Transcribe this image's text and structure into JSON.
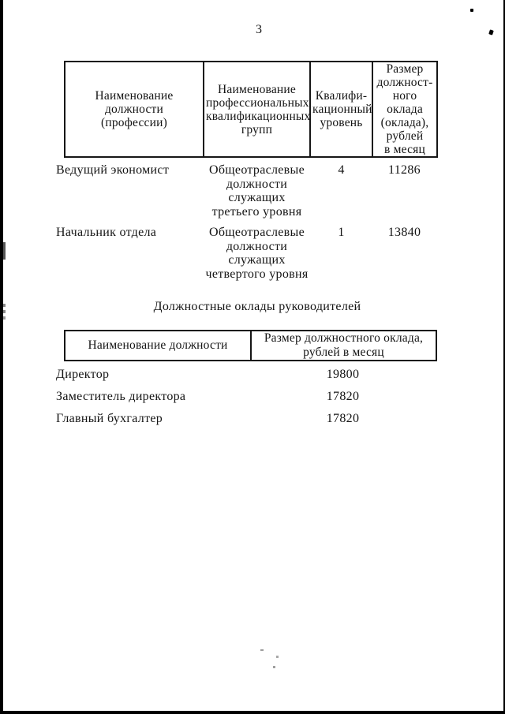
{
  "page": {
    "number": "3"
  },
  "tables": {
    "qualification": {
      "headers": [
        "Наименование должности\n(профессии)",
        "Наименование\nпрофессиональных\nквалификационных\nгрупп",
        "Квалифи-\nкационный\nуровень",
        "Размер\nдолжност-\nного оклада\n(оклада),\nрублей\nв месяц"
      ],
      "rows": [
        {
          "position": "Ведущий экономист",
          "group": "Общеотраслевые\nдолжности\nслужащих\nтретьего уровня",
          "level": "4",
          "salary": "11286"
        },
        {
          "position": "Начальник отдела",
          "group": "Общеотраслевые\nдолжности\nслужащих\nчетвертого уровня",
          "level": "1",
          "salary": "13840"
        }
      ]
    },
    "managers": {
      "title": "Должностные оклады руководителей",
      "headers": [
        "Наименование должности",
        "Размер должностного оклада,\nрублей в месяц"
      ],
      "rows": [
        {
          "position": "Директор",
          "salary": "19800"
        },
        {
          "position": "Заместитель директора",
          "salary": "17820"
        },
        {
          "position": "Главный бухгалтер",
          "salary": "17820"
        }
      ]
    }
  }
}
